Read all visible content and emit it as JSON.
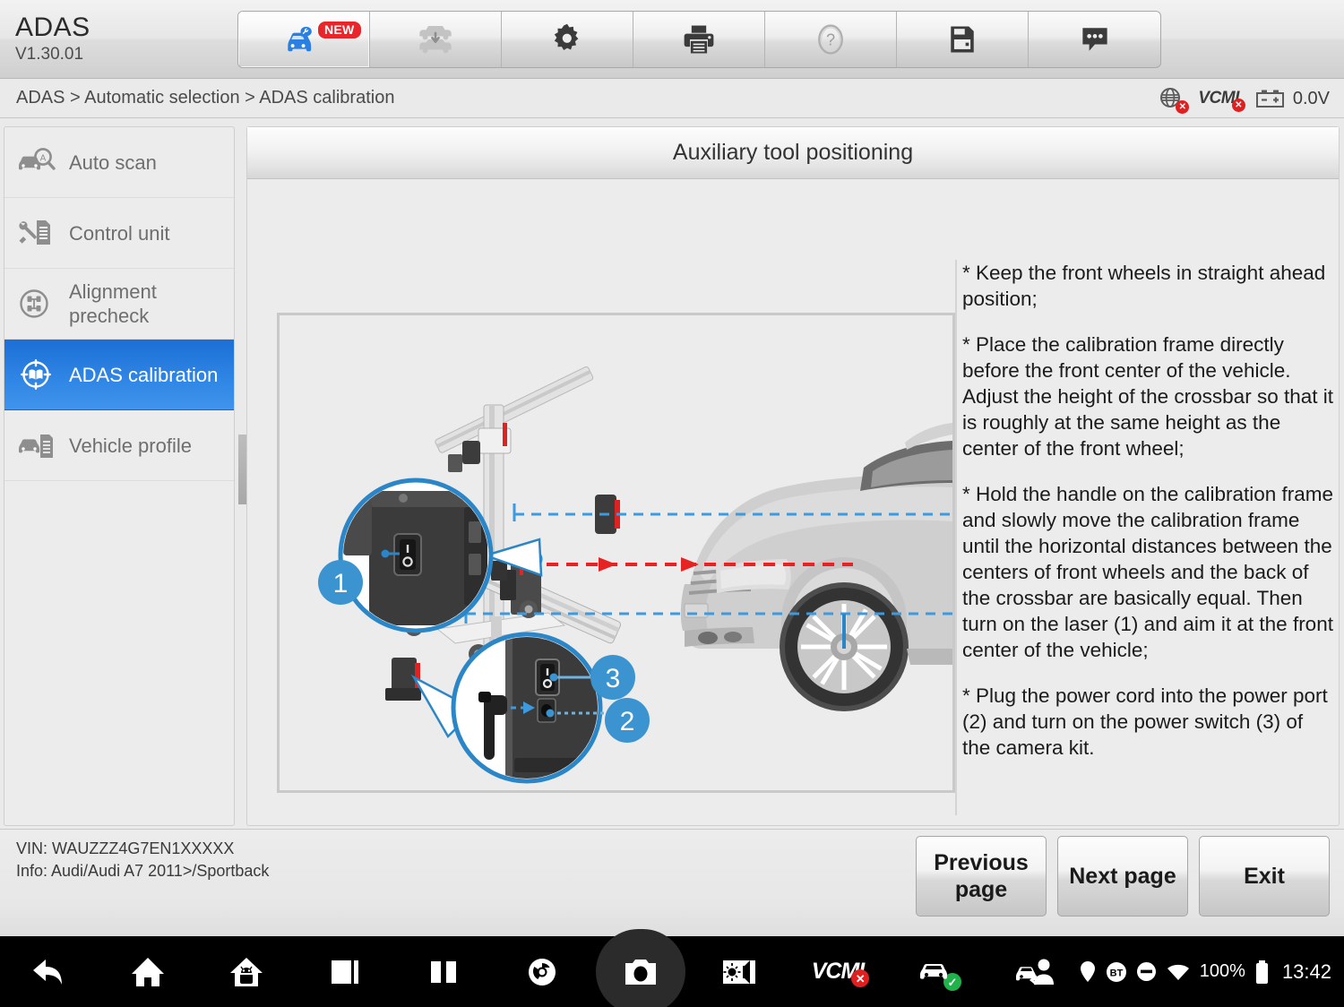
{
  "app": {
    "title": "ADAS",
    "version": "V1.30.01"
  },
  "toolbar": {
    "items": [
      {
        "name": "diagnostics-icon",
        "label": "Diagnostics",
        "badge": "NEW",
        "active": true
      },
      {
        "name": "vehicle-lift-icon",
        "label": "Vehicle lift",
        "badge": "",
        "active": false
      },
      {
        "name": "gear-icon",
        "label": "Settings",
        "badge": "",
        "active": false
      },
      {
        "name": "printer-icon",
        "label": "Print",
        "badge": "",
        "active": false
      },
      {
        "name": "help-icon",
        "label": "Help",
        "badge": "",
        "active": false
      },
      {
        "name": "save-icon",
        "label": "Save",
        "badge": "",
        "active": false
      },
      {
        "name": "message-icon",
        "label": "Message",
        "badge": "",
        "active": false
      }
    ]
  },
  "breadcrumb": {
    "text": "ADAS > Automatic selection > ADAS calibration"
  },
  "status_bar": {
    "network_icon": "globe-icon",
    "network_state": "disconnected",
    "vcmi_label": "VCMI",
    "vcmi_state": "disconnected",
    "battery_icon": "battery-icon",
    "voltage": "0.0V"
  },
  "sidebar": {
    "items": [
      {
        "label": "Auto scan",
        "icon": "auto-scan-icon",
        "selected": false
      },
      {
        "label": "Control unit",
        "icon": "control-unit-icon",
        "selected": false
      },
      {
        "label": "Alignment precheck",
        "icon": "alignment-precheck-icon",
        "selected": false
      },
      {
        "label": "ADAS calibration",
        "icon": "adas-calibration-icon",
        "selected": true
      },
      {
        "label": "Vehicle profile",
        "icon": "vehicle-profile-icon",
        "selected": false
      }
    ],
    "collapse_icon": "chevron-left-icon"
  },
  "main": {
    "title": "Auxiliary tool positioning",
    "figure": {
      "name": "auxiliary-tool-positioning-diagram",
      "callouts": [
        "1",
        "2",
        "3"
      ]
    },
    "instructions": [
      "* Keep the front wheels in straight ahead position;",
      "* Place the calibration frame directly before the front center of the vehicle. Adjust the height of the crossbar so that it is roughly at the same height as the center of the front wheel;",
      "* Hold the handle on the calibration frame and slowly move the calibration frame until the horizontal distances between the centers of front wheels and the back of the crossbar are basically equal. Then turn on the laser (1) and aim it at the front center of the vehicle;",
      "* Plug the power cord into the power port (2) and turn on the power switch (3) of the camera kit."
    ]
  },
  "footer": {
    "vin": "VIN: WAUZZZ4G7EN1XXXXX",
    "info": "Info: Audi/Audi A7 2011>/Sportback",
    "buttons": [
      {
        "label": "Previous page",
        "name": "previous-page-button"
      },
      {
        "label": "Next page",
        "name": "next-page-button"
      },
      {
        "label": "Exit",
        "name": "exit-button"
      }
    ]
  },
  "navbar": {
    "buttons": [
      {
        "name": "back-icon"
      },
      {
        "name": "home-icon"
      },
      {
        "name": "android-home-icon"
      },
      {
        "name": "recent-apps-icon"
      },
      {
        "name": "split-screen-icon"
      },
      {
        "name": "chrome-icon"
      },
      {
        "name": "camera-icon"
      },
      {
        "name": "brightness-volume-icon"
      },
      {
        "name": "vcmi-status-icon"
      },
      {
        "name": "vehicle-connected-icon"
      },
      {
        "name": "remote-assist-icon"
      }
    ],
    "vcmi_label": "VCMI",
    "system": {
      "location_icon": "location-pin-icon",
      "bluetooth_label": "BT",
      "dnd_icon": "do-not-disturb-icon",
      "wifi_icon": "wifi-icon",
      "battery_percent": "100%",
      "battery_icon": "battery-full-icon",
      "time": "13:42"
    }
  },
  "colors": {
    "accent_blue": "#2f85e4",
    "badge_red": "#e8252a",
    "ok_green": "#22b24c",
    "laser_red": "#e62222",
    "guide_blue": "#3d9ade"
  }
}
